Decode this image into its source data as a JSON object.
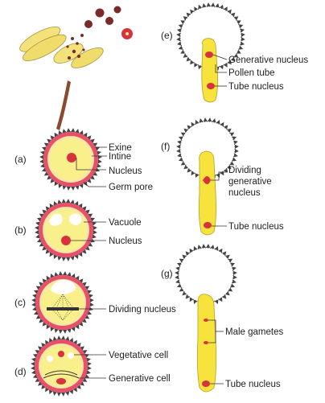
{
  "stages": {
    "a": "(a)",
    "b": "(b)",
    "c": "(c)",
    "d": "(d)",
    "e": "(e)",
    "f": "(f)",
    "g": "(g)"
  },
  "labels": {
    "a": {
      "exine": "Exine",
      "intine": "Intine",
      "nucleus": "Nucleus",
      "germ_pore": "Germ pore"
    },
    "b": {
      "vacuole": "Vacuole",
      "nucleus": "Nucleus"
    },
    "c": {
      "dividing_nucleus": "Dividing nucleus"
    },
    "d": {
      "vegetative_cell": "Vegetative cell",
      "generative_cell": "Generative cell"
    },
    "e": {
      "generative_nucleus": "Generative nucleus",
      "pollen_tube": "Pollen tube",
      "tube_nucleus": "Tube nucleus"
    },
    "f": {
      "dividing_line1": "Dividing",
      "dividing_line2": "generative",
      "dividing_line3": "nucleus",
      "tube_nucleus": "Tube nucleus"
    },
    "g": {
      "male_gametes": "Male gametes",
      "tube_nucleus": "Tube nucleus"
    }
  },
  "colors": {
    "exine": "#e8506a",
    "intine": "#f6e7a6",
    "cytoplasm": "#f9f08c",
    "nucleus": "#d8323f",
    "tube": "#f7e33c",
    "anther": "#f3e27a",
    "stalk": "#8b4a2c",
    "spore_dark": "#7a2a28",
    "spore_red": "#d8323f"
  }
}
